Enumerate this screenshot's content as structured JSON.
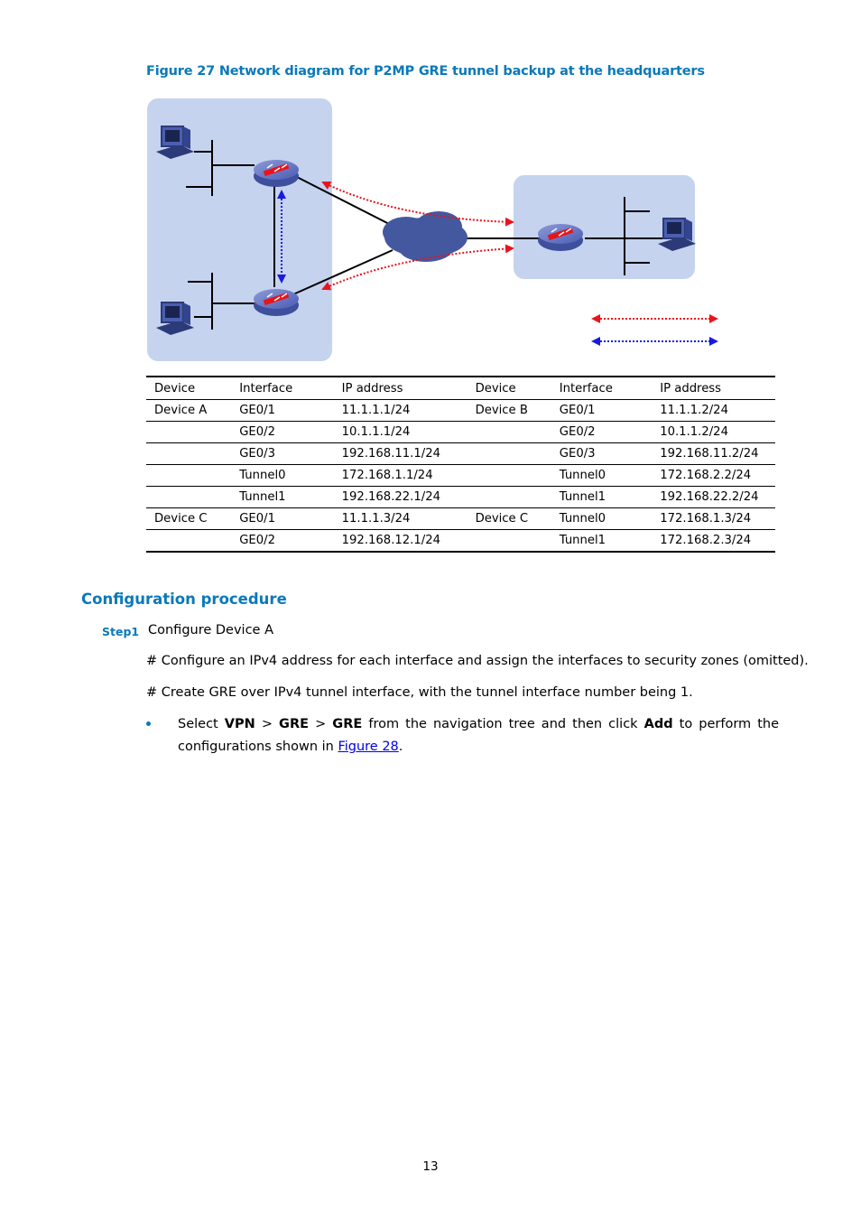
{
  "figure": {
    "title": "Figure 27 Network diagram for P2MP GRE tunnel backup at the headquarters"
  },
  "table": {
    "headers": [
      "Device",
      "Interface",
      "IP address",
      "Device",
      "Interface",
      "IP address"
    ],
    "rows": [
      [
        "Device A",
        "GE0/1",
        "11.1.1.1/24",
        "Device B",
        "GE0/1",
        "11.1.1.2/24"
      ],
      [
        "",
        "GE0/2",
        "10.1.1.1/24",
        "",
        "GE0/2",
        "10.1.1.2/24"
      ],
      [
        "",
        "GE0/3",
        "192.168.11.1/24",
        "",
        "GE0/3",
        "192.168.11.2/24"
      ],
      [
        "",
        "Tunnel0",
        "172.168.1.1/24",
        "",
        "Tunnel0",
        "172.168.2.2/24"
      ],
      [
        "",
        "Tunnel1",
        "192.168.22.1/24",
        "",
        "Tunnel1",
        "192.168.22.2/24"
      ],
      [
        "Device C",
        "GE0/1",
        "11.1.1.3/24",
        "Device C",
        "Tunnel0",
        "172.168.1.3/24"
      ],
      [
        "",
        "GE0/2",
        "192.168.12.1/24",
        "",
        "Tunnel1",
        "172.168.2.3/24"
      ]
    ]
  },
  "section": {
    "heading": "Configuration procedure",
    "step_label": "Step1",
    "step_text": "Configure Device A",
    "para1": "# Configure an IPv4 address for each interface and assign the interfaces to security zones (omitted).",
    "para2": "# Create GRE over IPv4 tunnel interface, with the tunnel interface number being 1.",
    "bullet": {
      "t1": "Select ",
      "b1": "VPN",
      "sep1": " > ",
      "b2": "GRE",
      "sep2": " > ",
      "b3": "GRE",
      "t2": " from the navigation tree and then click ",
      "b4": "Add",
      "t3": " to perform the configurations shown in ",
      "link": "Figure 28",
      "t4": "."
    }
  },
  "page_number": "13",
  "colors": {
    "accent": "#0b79b8",
    "site_background": "#c5d3ee",
    "device_blue": "#4a5fb0",
    "tunnel_red": "#e8141b",
    "tunnel_blue": "#1a1adf"
  },
  "icons": [
    "router-icon",
    "pc-icon",
    "cloud-icon",
    "arrow-icon"
  ]
}
